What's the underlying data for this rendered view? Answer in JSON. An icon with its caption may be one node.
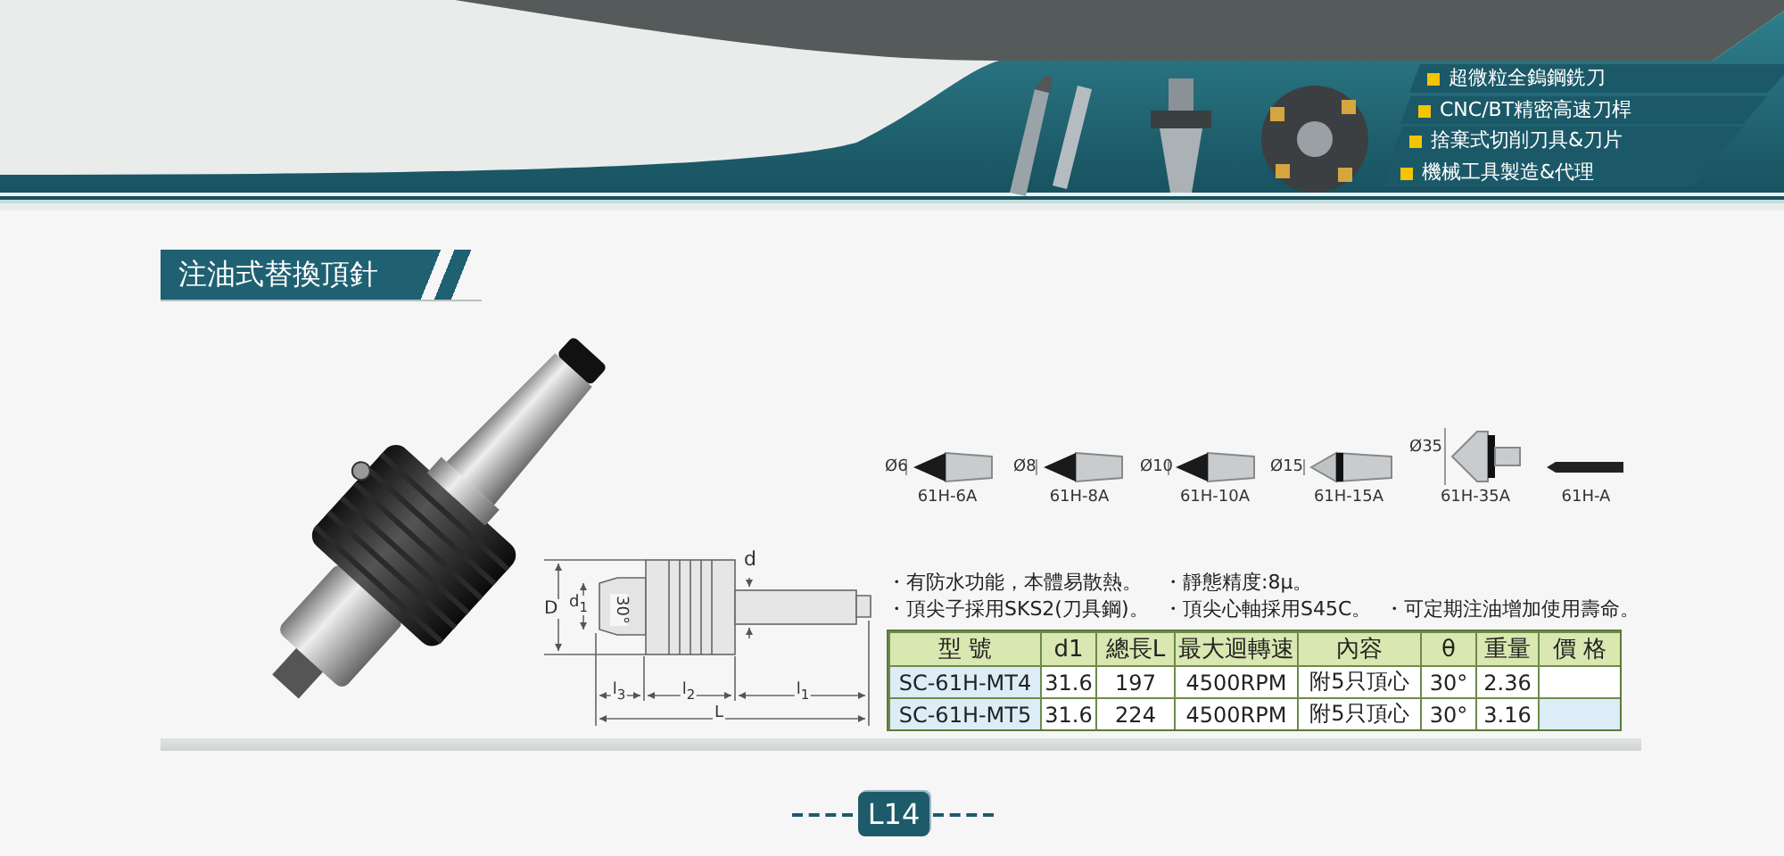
{
  "diagram": {
    "title": "注油式替換頂針",
    "labels": [
      "超微粒全鎢鋼銑刀",
      "CNC/BT精密高速刀桿",
      "捨棄式切削刀具&刀片",
      "機械工具製造&代理",
      "Ø6",
      "Ø8",
      "Ø10",
      "Ø15",
      "Ø35",
      "61H-6A",
      "61H-8A",
      "61H-10A",
      "61H-15A",
      "61H-35A",
      "61H-A",
      "D",
      "d$_{1}$",
      "30°",
      "d",
      "l$_{3}$",
      "l$_{2}$",
      "l$_{1}$",
      "L",
      "・有防水功能，本體易散熱。",
      "・靜態精度:8μ。",
      "・頂尖子採用SKS2(刀具鋼)。",
      "・頂尖心軸採用S45C。",
      "・可定期注油增加使用壽命。",
      "型 號",
      "d1",
      "總長L",
      "最大迴轉速",
      "內容",
      "θ",
      "重量",
      "價 格",
      "SC-61H-MT4",
      "31.6",
      "197",
      "4500RPM",
      "附5只頂心",
      "30°",
      "2.36",
      "SC-61H-MT5",
      "31.6",
      "224",
      "4500RPM",
      "附5只頂心",
      "30°",
      "3.16",
      "L14"
    ]
  }
}
